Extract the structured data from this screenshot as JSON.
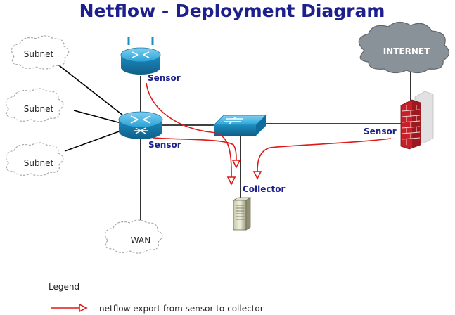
{
  "title": "Netflow - Deployment Diagram",
  "clouds": {
    "subnet_1": "Subnet",
    "subnet_2": "Subnet",
    "subnet_3": "Subnet",
    "wan": "WAN",
    "internet": "INTERNET"
  },
  "labels": {
    "sensor_wireless_router": "Sensor",
    "sensor_core_router": "Sensor",
    "sensor_firewall": "Sensor",
    "collector": "Collector"
  },
  "legend": {
    "title": "Legend",
    "netflow_export": "netflow export from sensor to collector"
  },
  "colors": {
    "title": "#1c1f8c",
    "device_blue": "#1a9ad0",
    "flow_arrow": "#e01818",
    "internet_cloud": "#8a9299",
    "firewall_brick": "#c8202a"
  }
}
